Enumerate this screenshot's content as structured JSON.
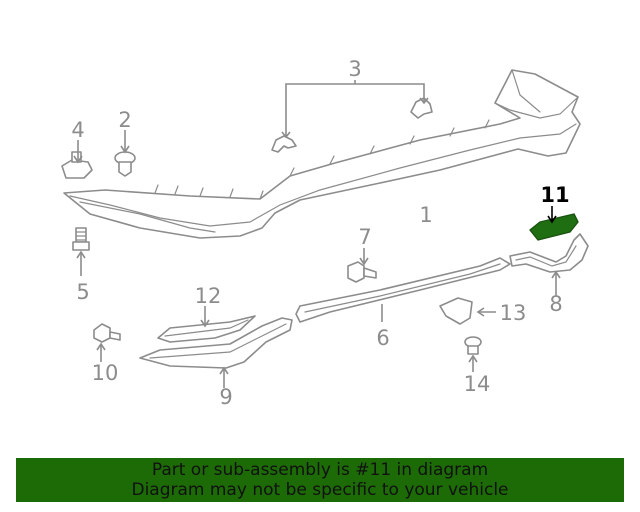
{
  "labels": {
    "p1": "1",
    "p3": "3",
    "p4": "4",
    "p2": "2",
    "p5": "5",
    "p7": "7",
    "p11": "11",
    "p8": "8",
    "p12": "12",
    "p6": "6",
    "p13": "13",
    "p10": "10",
    "p9": "9",
    "p14": "14"
  },
  "highlighted_part": "11",
  "colors": {
    "line": "#8c8c8c",
    "highlight_part": "#1f6e12",
    "banner_bg": "#1c6b06"
  },
  "banner": {
    "line1": "Part or sub-assembly is #11 in diagram",
    "line2": "Diagram may not be specific to your vehicle"
  }
}
